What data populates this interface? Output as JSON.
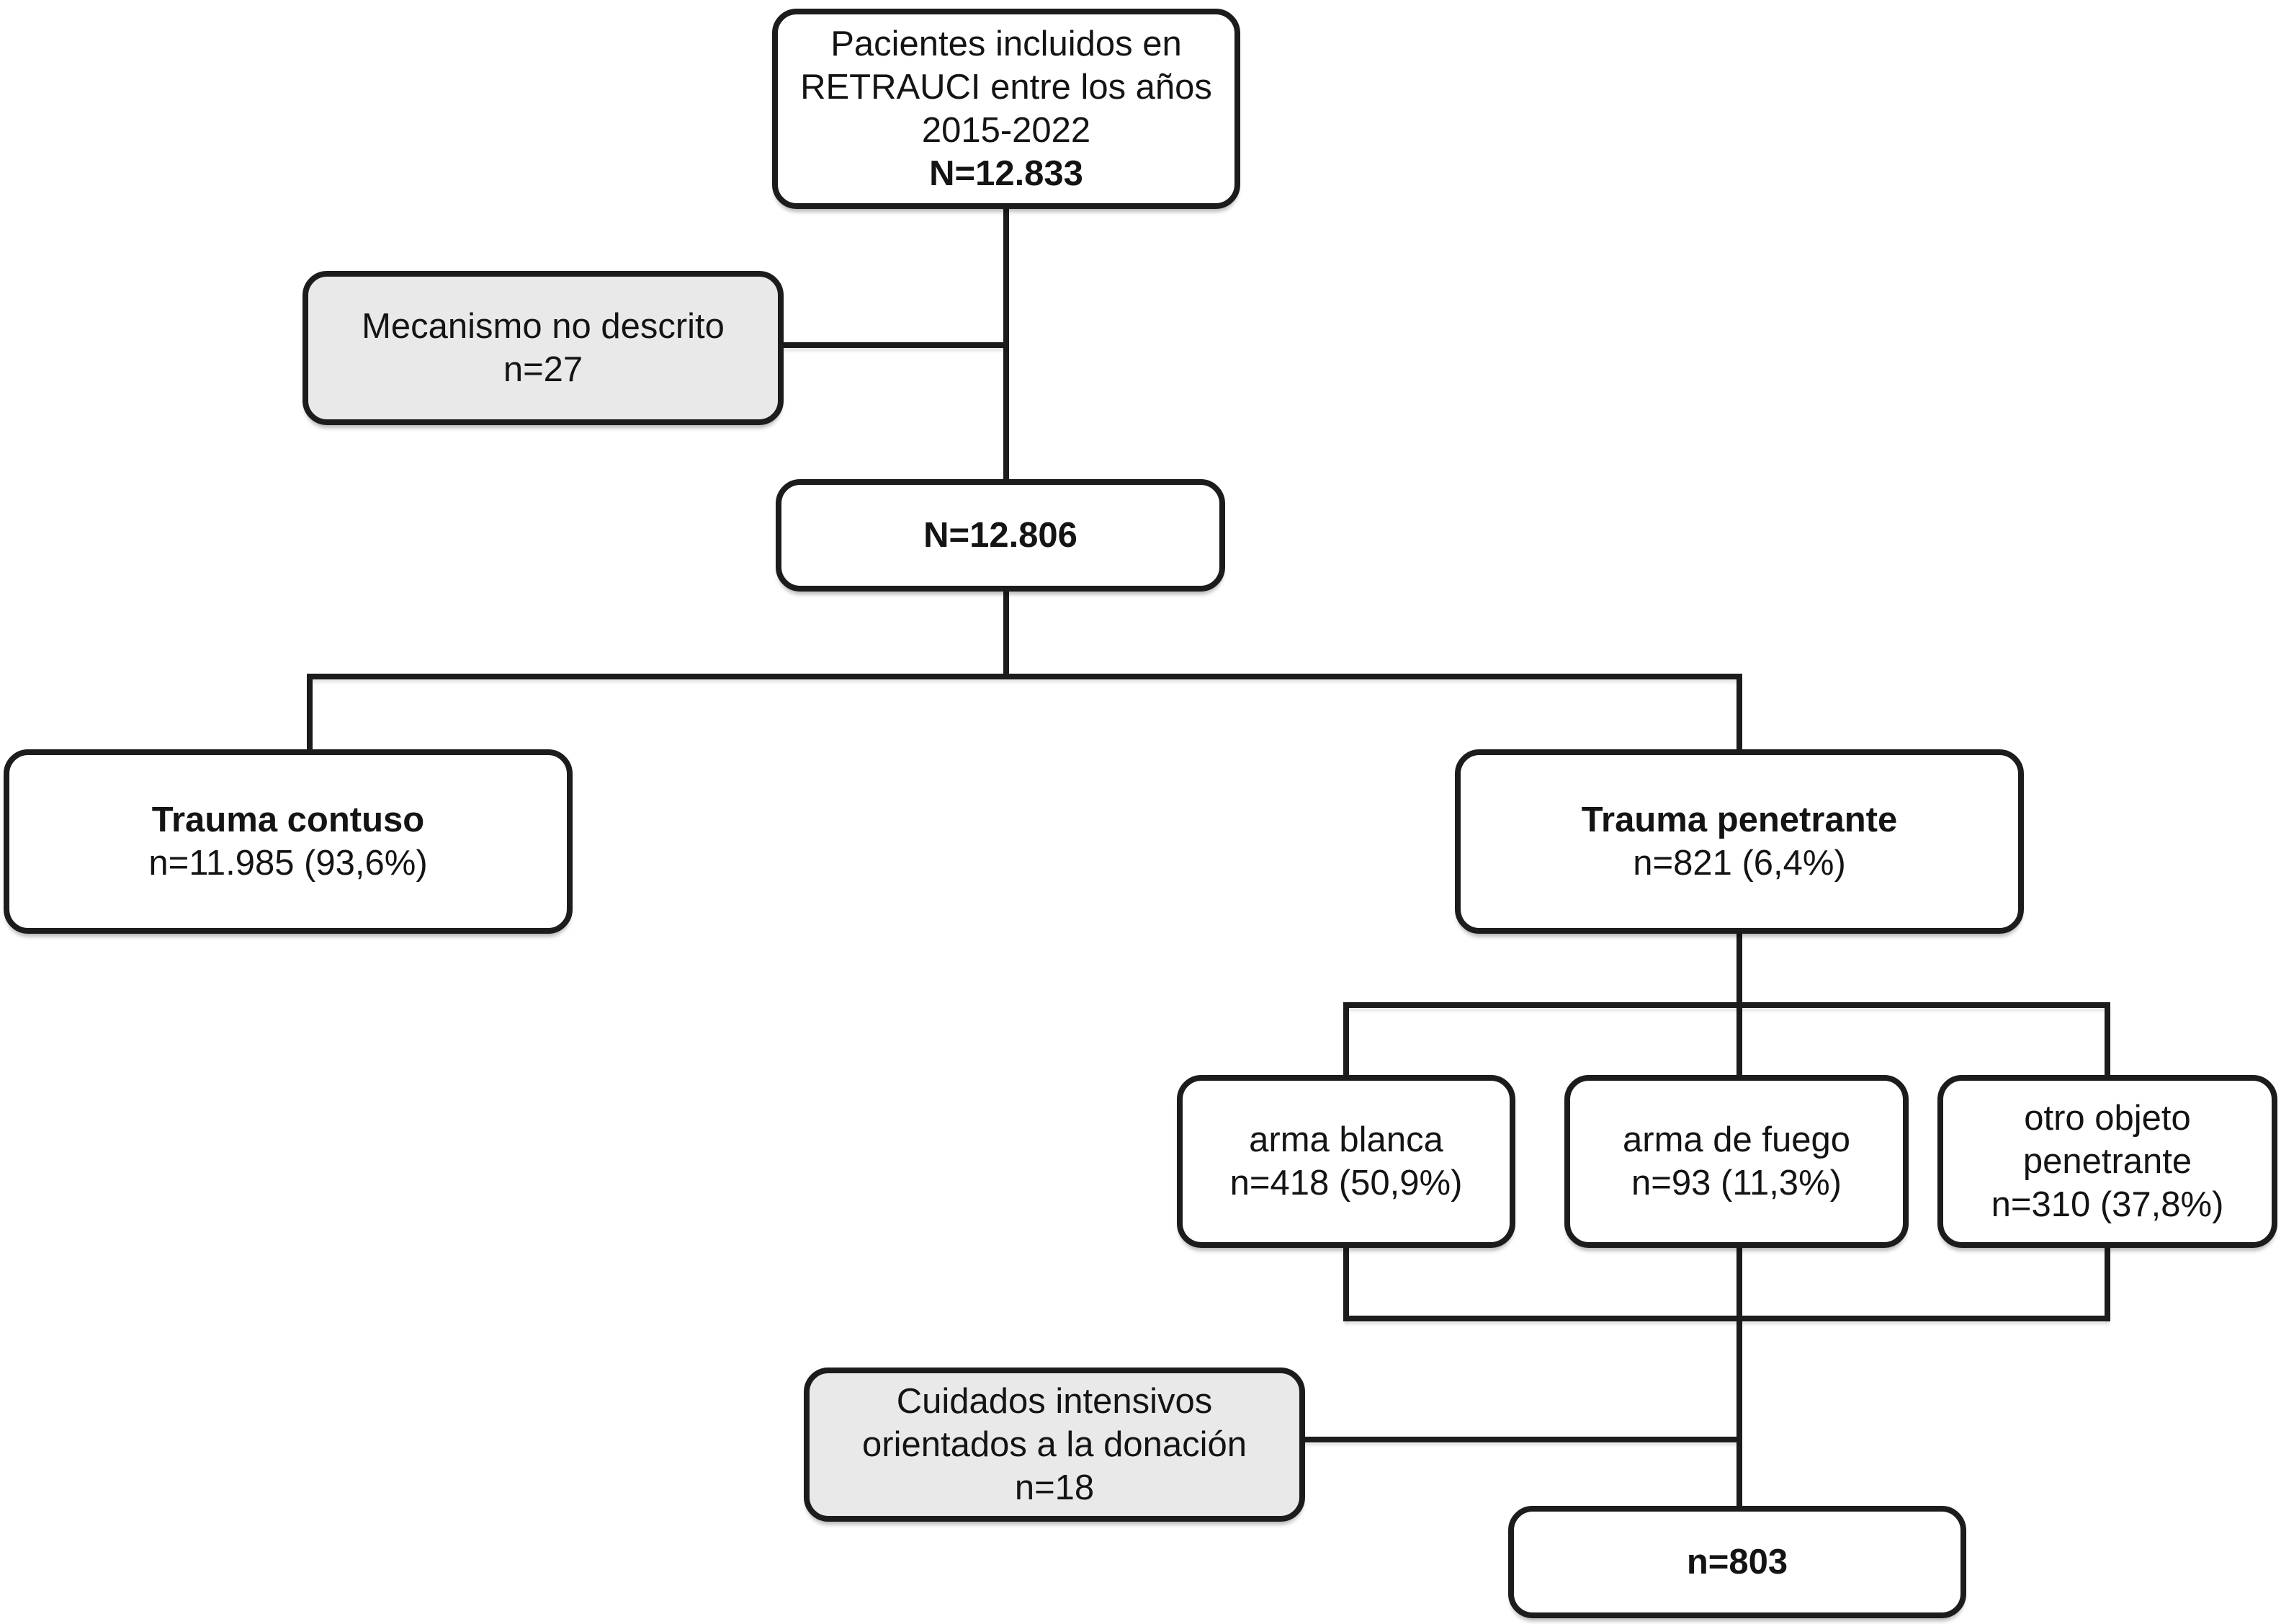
{
  "figure": {
    "type": "patient-flow-diagram",
    "boxes": {
      "top": {
        "lines": [
          "Pacientes incluidos en",
          "RETRAUCI entre los años",
          "2015-2022"
        ],
        "count": "N=12.833"
      },
      "mecanismo": {
        "lines": [
          "Mecanismo no descrito"
        ],
        "count": "n=27"
      },
      "n12806": {
        "count": "N=12.806"
      },
      "contuso": {
        "title": "Trauma contuso",
        "count": "n=11.985 (93,6%)"
      },
      "penetrante": {
        "title": "Trauma penetrante",
        "count": "n=821 (6,4%)"
      },
      "arma_blanca": {
        "lines": [
          "arma blanca"
        ],
        "count": "n=418 (50,9%)"
      },
      "arma_fuego": {
        "lines": [
          "arma de fuego"
        ],
        "count": "n=93 (11,3%)"
      },
      "otro_objeto": {
        "lines": [
          "otro objeto",
          "penetrante"
        ],
        "count": "n=310 (37,8%)"
      },
      "cuidados": {
        "lines": [
          "Cuidados intensivos",
          "orientados a la donación"
        ],
        "count": "n=18"
      },
      "n803": {
        "count": "n=803"
      }
    },
    "colors": {
      "background": "#ffffff",
      "box_border": "#1c1c1c",
      "box_fill": "#ffffff",
      "box_fill_muted": "#e9e9e9",
      "connector": "#1c1c1c",
      "text": "#141414"
    }
  }
}
